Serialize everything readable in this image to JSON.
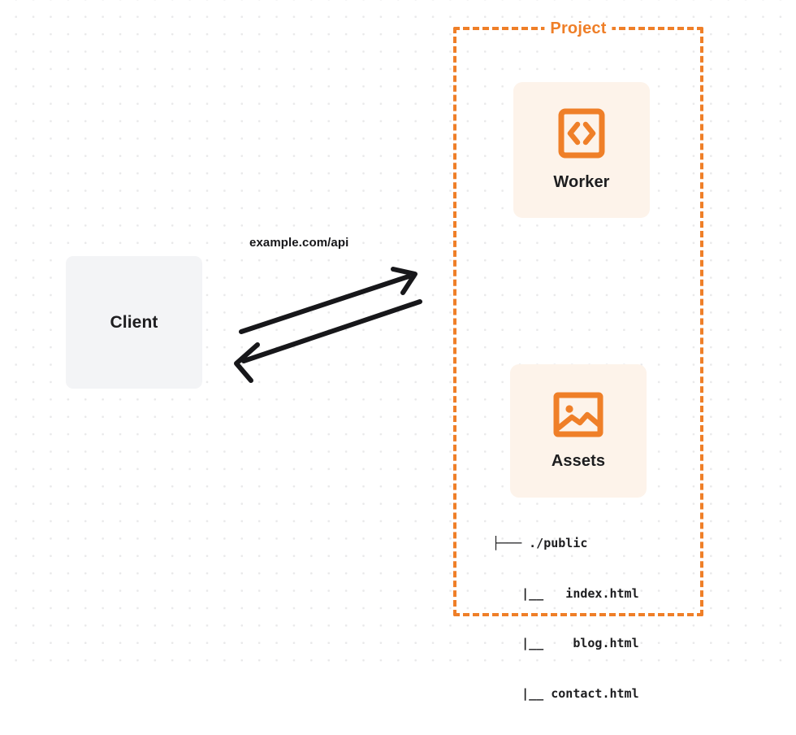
{
  "diagram": {
    "background": {
      "style": "dot-grid",
      "dot_color": "#e9e9ea",
      "page_color": "#ffffff"
    },
    "colors": {
      "accent_orange": "#ef7f28",
      "card_tint": "#fdf3ea",
      "client_fill": "#f3f4f6",
      "text_dark": "#1d1d1f",
      "arrow": "#17171a"
    },
    "client": {
      "label": "Client"
    },
    "connector": {
      "label": "example.com/api",
      "request_direction": "client-to-project",
      "response_direction": "project-to-client"
    },
    "project": {
      "title": "Project",
      "border_style": "dashed",
      "services": [
        {
          "label": "Worker",
          "icon": "code-brackets-icon"
        },
        {
          "label": "Assets",
          "icon": "image-picture-icon"
        }
      ],
      "file_tree": [
        "├─── ./public",
        "    |__   index.html",
        "    |__    blog.html",
        "    |__ contact.html"
      ]
    }
  }
}
